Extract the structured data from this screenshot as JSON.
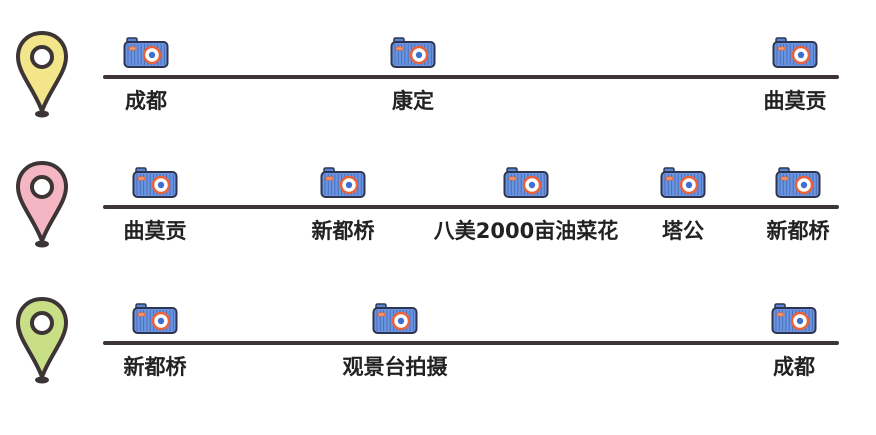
{
  "routes": [
    {
      "pin_color": "#f3e68a",
      "stops": [
        "成都",
        "康定",
        "曲莫贡"
      ]
    },
    {
      "pin_color": "#f4b6c3",
      "stops": [
        "曲莫贡",
        "新都桥",
        "八美2000亩油菜花",
        "塔公",
        "新都桥"
      ]
    },
    {
      "pin_color": "#c8df85",
      "stops": [
        "新都桥",
        "观景台拍摄",
        "成都"
      ]
    }
  ],
  "icons": {
    "pin": "map-pin-icon",
    "camera": "camera-icon"
  }
}
